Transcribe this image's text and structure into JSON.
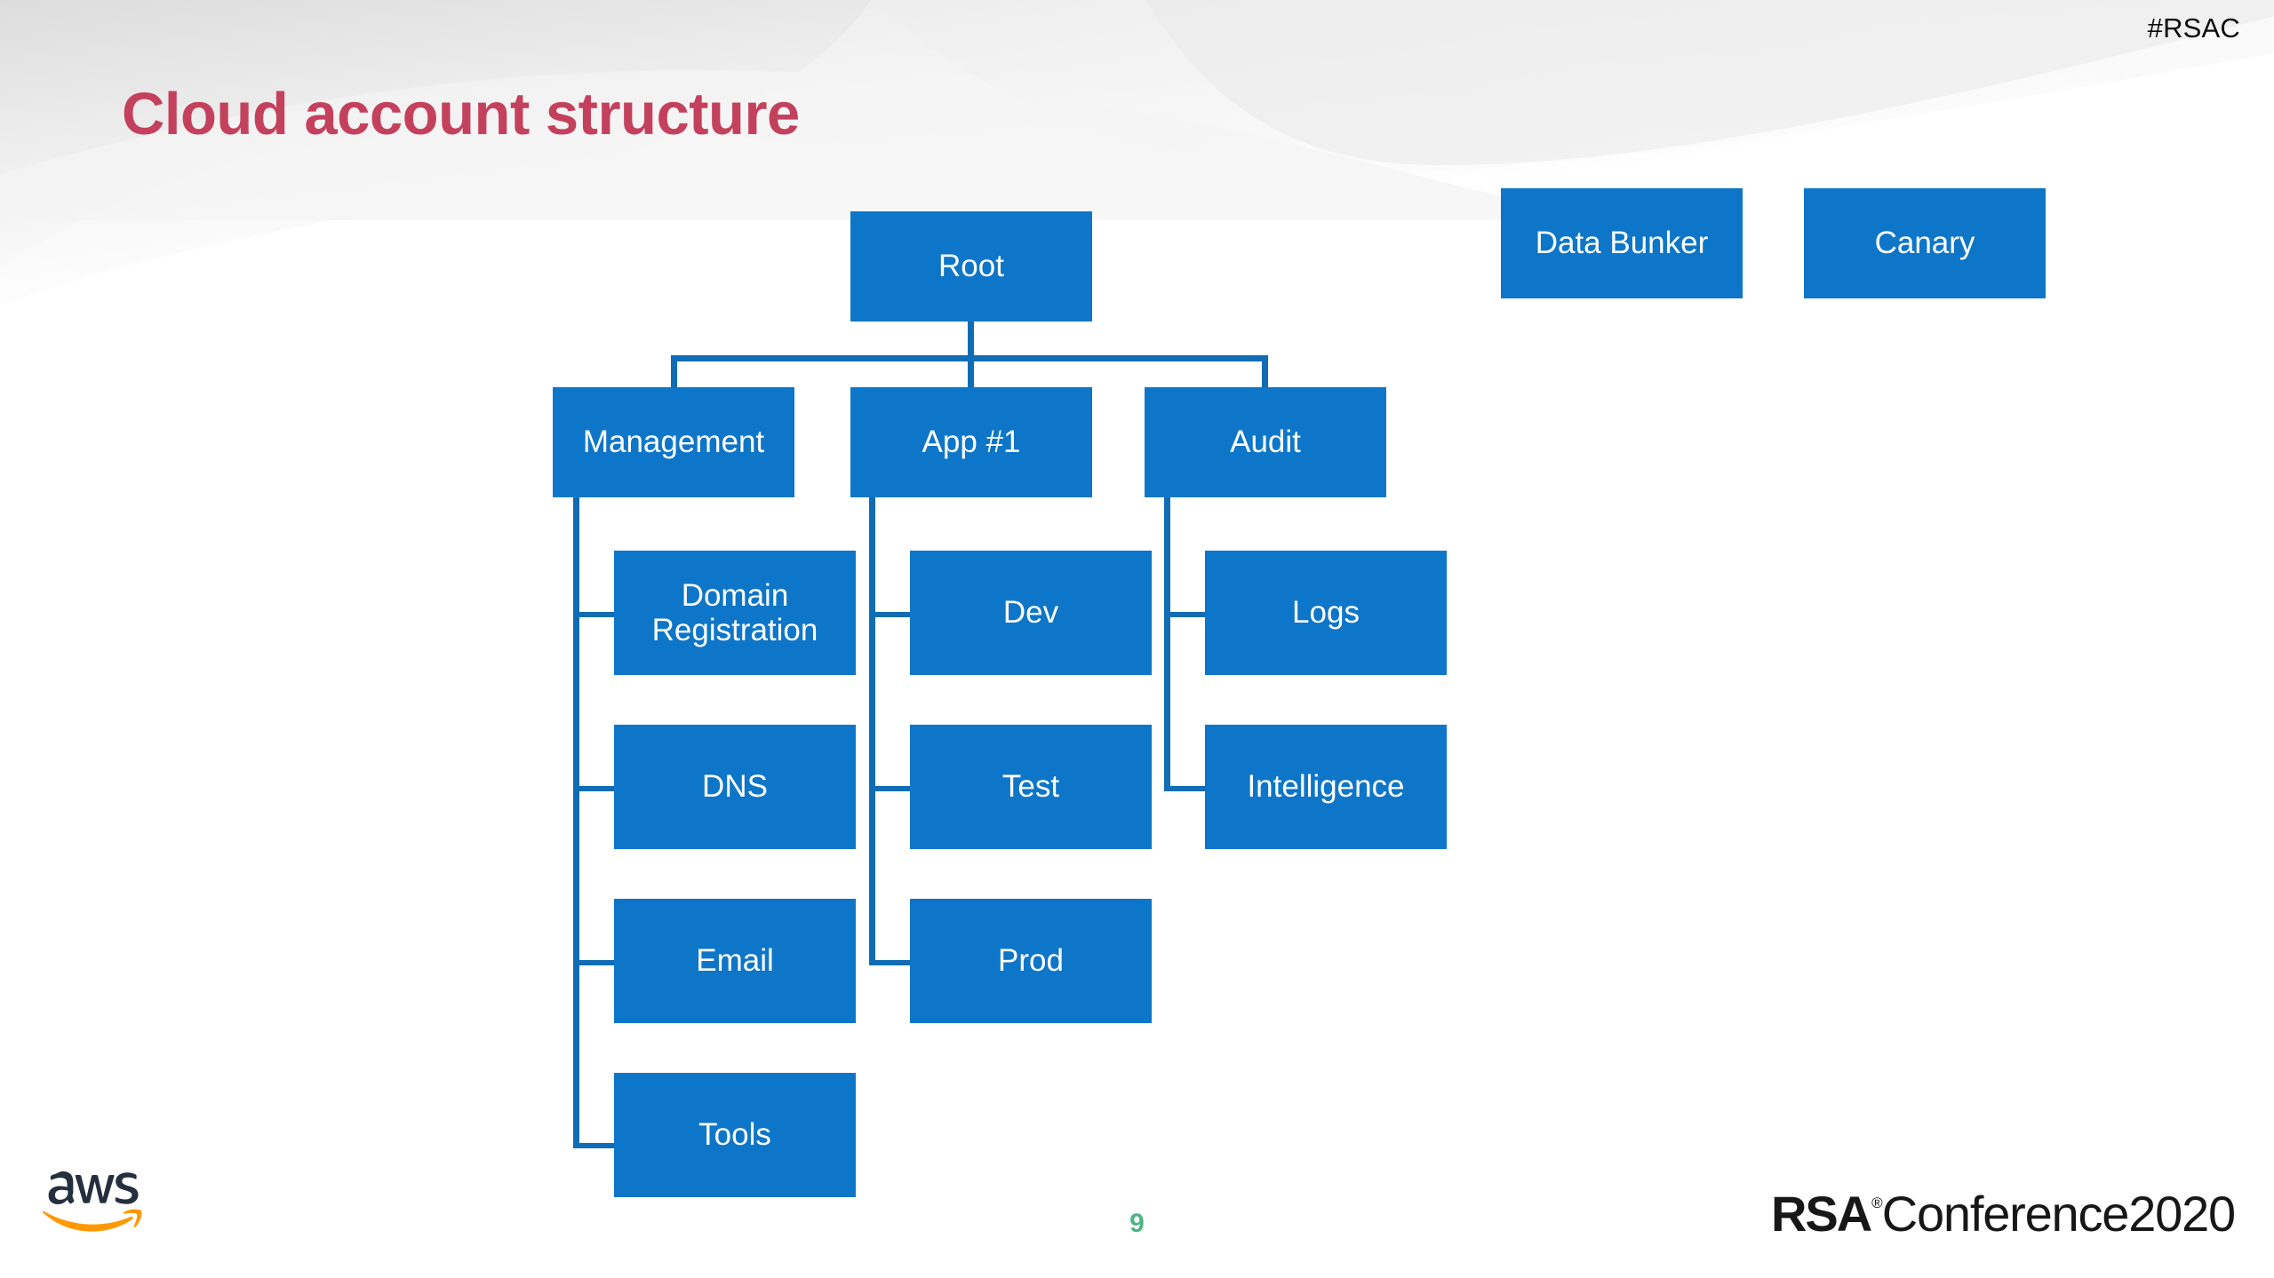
{
  "slide": {
    "hashtag": "#RSAC",
    "title": "Cloud account structure",
    "page_number": "9"
  },
  "theme": {
    "title_color": "#c4415d",
    "node_fill": "#0e76c8",
    "node_text": "#ffffff",
    "connector_color": "#0f6cb5",
    "page_number_color": "#4eb483",
    "background": "#ffffff"
  },
  "org_chart": {
    "root": {
      "label": "Root"
    },
    "level2": [
      {
        "label": "Management"
      },
      {
        "label": "App #1"
      },
      {
        "label": "Audit"
      }
    ],
    "management_children": [
      {
        "label": "Domain\nRegistration"
      },
      {
        "label": "DNS"
      },
      {
        "label": "Email"
      },
      {
        "label": "Tools"
      }
    ],
    "app1_children": [
      {
        "label": "Dev"
      },
      {
        "label": "Test"
      },
      {
        "label": "Prod"
      }
    ],
    "audit_children": [
      {
        "label": "Logs"
      },
      {
        "label": "Intelligence"
      }
    ]
  },
  "standalone_boxes": [
    {
      "label": "Data Bunker"
    },
    {
      "label": "Canary"
    }
  ],
  "footer": {
    "aws_logo": "aws-logo",
    "rsa_mark": "RSA",
    "rsa_registered": "®",
    "rsa_conference_word": "Conference2020"
  }
}
